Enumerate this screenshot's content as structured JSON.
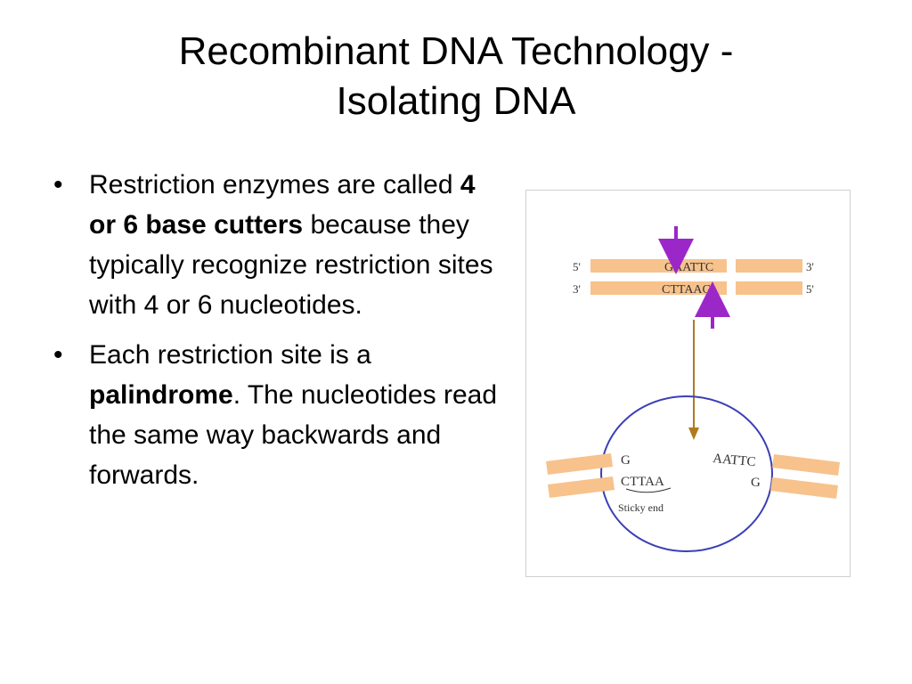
{
  "title": {
    "line1": "Recombinant DNA Technology -",
    "line2": "Isolating DNA"
  },
  "bullets": [
    {
      "marker": "•",
      "t1": "Restriction enzymes are called ",
      "b1": "4 or 6 base cutters",
      "t2": " because they typically recognize restriction sites with 4 or 6 nucleotides."
    },
    {
      "marker": "•",
      "b1": "palindrome",
      "t0": "Each restriction site is a ",
      "t2": ".  The nucleotides read the same way backwards and forwards."
    }
  ],
  "diagram": {
    "top_left_5": "5'",
    "top_left_3": "3'",
    "top_right_3": "3'",
    "top_right_5": "5'",
    "top_seq": "GAATTC",
    "bottom_seq": "CTTAAG",
    "left_top": "G",
    "left_bottom": "CTTAA",
    "right_top": "AATTC",
    "right_bottom": "G",
    "sticky_label": "Sticky end",
    "colors": {
      "strand": "#f7c28c",
      "arrow_cut": "#9b27c9",
      "arrow_main": "#b07a1c",
      "circle": "#3b3fb5"
    }
  }
}
